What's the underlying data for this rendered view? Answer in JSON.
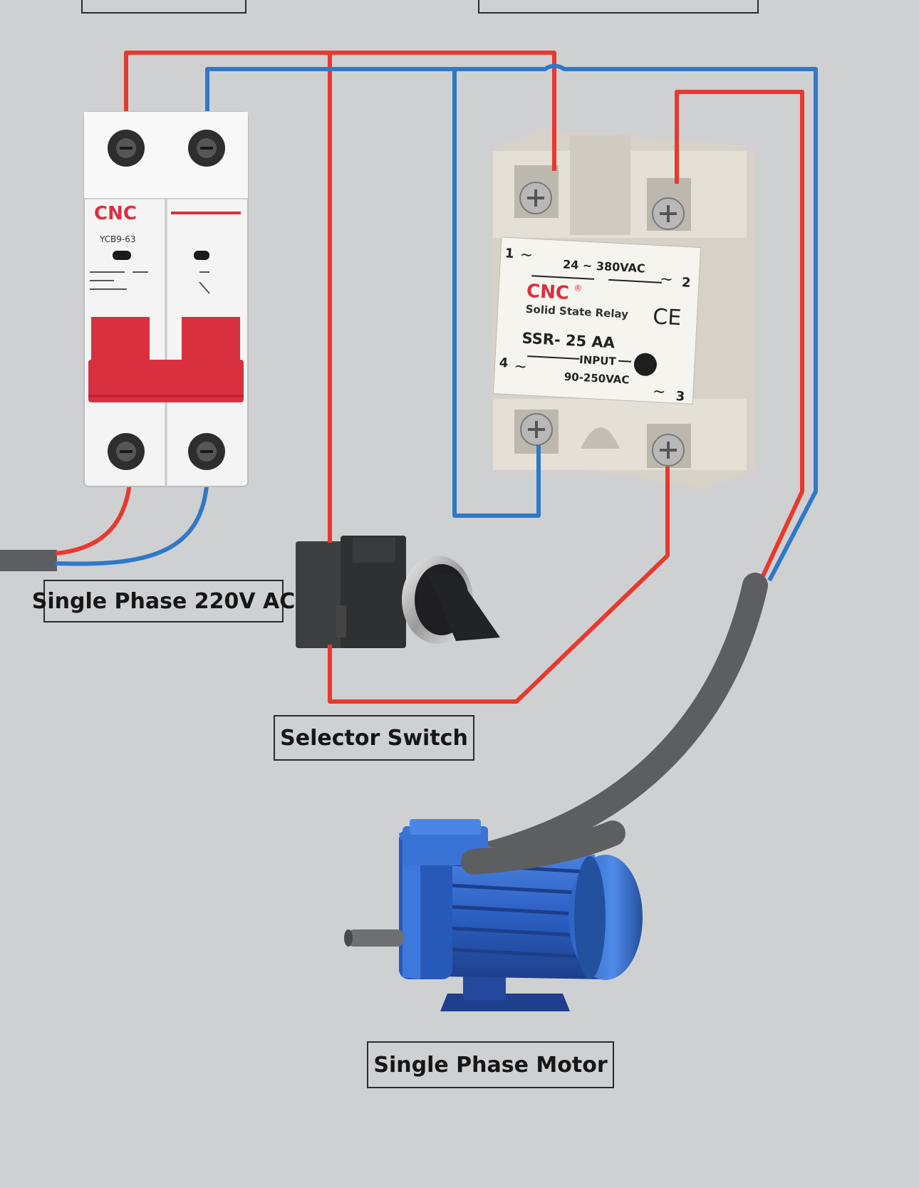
{
  "labels": {
    "supply": "Single Phase 220V AC",
    "selector": "Selector Switch",
    "motor": "Single Phase Motor"
  },
  "breaker": {
    "brand": "CNC",
    "model": "YCB9-63"
  },
  "ssr": {
    "brand": "CNC",
    "registered": "®",
    "subtitle": "Solid State Relay",
    "model": "SSR- 25 AA",
    "output_range": "24 ~ 380VAC",
    "input_label": "INPUT",
    "input_range": "90-250VAC",
    "ce_mark": "CE",
    "terminal_1": "1",
    "terminal_2": "2",
    "terminal_3": "3",
    "terminal_4": "4",
    "tilde": "~"
  },
  "colors": {
    "background": "#cfd0d2",
    "wire_live": "#e8392e",
    "wire_neutral": "#2f79c8",
    "cable": "#5d5e60",
    "breaker_handle": "#d9303f",
    "ssr_body": "#e4e0d6",
    "motor": "#2d63c4"
  }
}
